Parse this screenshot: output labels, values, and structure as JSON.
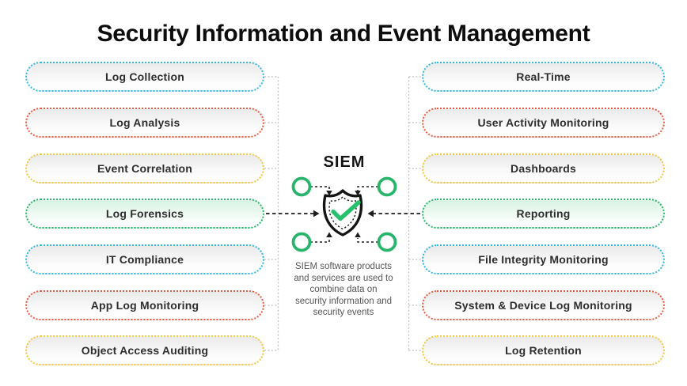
{
  "title": "Security Information and Event Management",
  "center": {
    "heading": "SIEM",
    "description_lines": [
      "SIEM software products",
      "and services are used to",
      "combine data on",
      "security information and",
      "security events"
    ]
  },
  "left_column": {
    "items": [
      {
        "label": "Log Collection",
        "color": "cyan"
      },
      {
        "label": "Log Analysis",
        "color": "red"
      },
      {
        "label": "Event Correlation",
        "color": "yellow"
      },
      {
        "label": "Log Forensics",
        "color": "green"
      },
      {
        "label": "IT Compliance",
        "color": "cyan"
      },
      {
        "label": "App Log Monitoring",
        "color": "red"
      },
      {
        "label": "Object Access Auditing",
        "color": "yellow"
      }
    ]
  },
  "right_column": {
    "items": [
      {
        "label": "Real-Time",
        "color": "cyan"
      },
      {
        "label": "User Activity Monitoring",
        "color": "red"
      },
      {
        "label": "Dashboards",
        "color": "yellow"
      },
      {
        "label": "Reporting",
        "color": "green"
      },
      {
        "label": "File Integrity Monitoring",
        "color": "cyan"
      },
      {
        "label": "System & Device Log Monitoring",
        "color": "red"
      },
      {
        "label": "Log Retention",
        "color": "yellow"
      }
    ]
  },
  "colors": {
    "cyan": "#2fb9e0",
    "red": "#e85a40",
    "yellow": "#f2c83c",
    "green": "#29b56c",
    "check_green": "#27c06d",
    "rail_gray": "#bdbdbd",
    "arrow_black": "#1d1d1d",
    "title_text": "#0d0d0d",
    "pill_text": "#2e2e2e",
    "description_text": "#565656"
  }
}
